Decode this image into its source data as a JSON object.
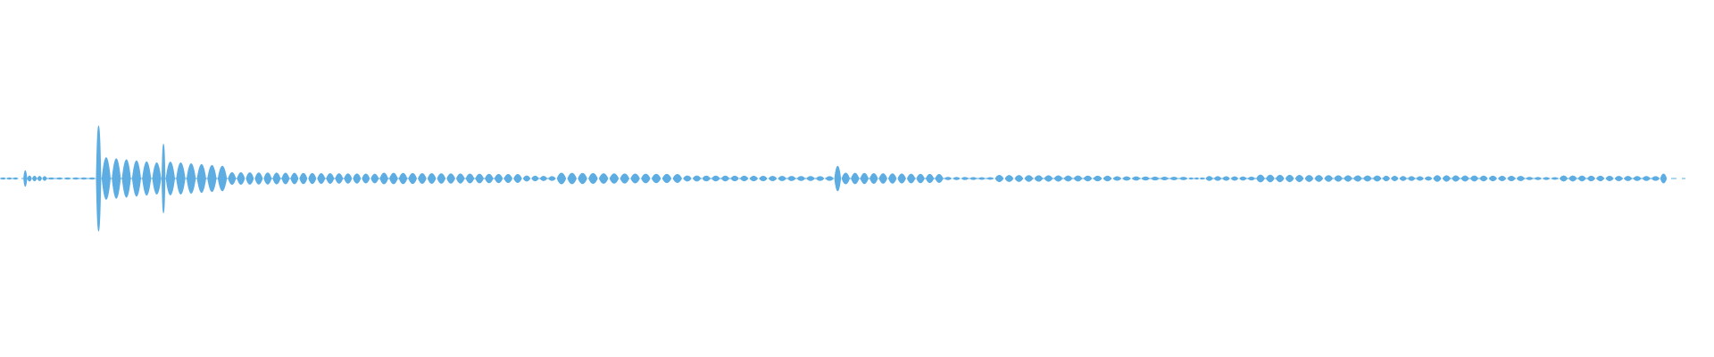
{
  "waveform": {
    "colors": {
      "background": "#ffffff",
      "waveform": "#5dade2"
    },
    "segments": [
      {
        "start": 0.0,
        "end": 0.011,
        "peak": 0.004,
        "pulses": 3
      },
      {
        "start": 0.014,
        "end": 0.016,
        "peak": 0.14,
        "pulses": 1
      },
      {
        "start": 0.016,
        "end": 0.028,
        "peak": 0.05,
        "pulses": 4
      },
      {
        "start": 0.028,
        "end": 0.057,
        "peak": 0.012,
        "pulses": 6
      },
      {
        "start": 0.057,
        "end": 0.06,
        "peak": 0.95,
        "pulses": 1
      },
      {
        "start": 0.06,
        "end": 0.096,
        "peak": 0.38,
        "pulses": 6
      },
      {
        "start": 0.096,
        "end": 0.098,
        "peak": 0.62,
        "pulses": 1
      },
      {
        "start": 0.098,
        "end": 0.135,
        "peak": 0.3,
        "pulses": 6
      },
      {
        "start": 0.135,
        "end": 0.225,
        "peak": 0.11,
        "pulses": 17
      },
      {
        "start": 0.225,
        "end": 0.31,
        "peak": 0.1,
        "pulses": 15
      },
      {
        "start": 0.31,
        "end": 0.33,
        "peak": 0.05,
        "pulses": 4
      },
      {
        "start": 0.33,
        "end": 0.405,
        "peak": 0.1,
        "pulses": 12
      },
      {
        "start": 0.405,
        "end": 0.495,
        "peak": 0.05,
        "pulses": 16
      },
      {
        "start": 0.495,
        "end": 0.499,
        "peak": 0.22,
        "pulses": 1
      },
      {
        "start": 0.499,
        "end": 0.56,
        "peak": 0.1,
        "pulses": 11
      },
      {
        "start": 0.56,
        "end": 0.59,
        "peak": 0.025,
        "pulses": 6
      },
      {
        "start": 0.59,
        "end": 0.66,
        "peak": 0.06,
        "pulses": 12
      },
      {
        "start": 0.66,
        "end": 0.705,
        "peak": 0.035,
        "pulses": 8
      },
      {
        "start": 0.705,
        "end": 0.715,
        "peak": 0.005,
        "pulses": 3
      },
      {
        "start": 0.715,
        "end": 0.745,
        "peak": 0.04,
        "pulses": 6
      },
      {
        "start": 0.745,
        "end": 0.82,
        "peak": 0.065,
        "pulses": 13
      },
      {
        "start": 0.82,
        "end": 0.85,
        "peak": 0.045,
        "pulses": 6
      },
      {
        "start": 0.85,
        "end": 0.905,
        "peak": 0.055,
        "pulses": 10
      },
      {
        "start": 0.905,
        "end": 0.925,
        "peak": 0.025,
        "pulses": 4
      },
      {
        "start": 0.925,
        "end": 0.985,
        "peak": 0.05,
        "pulses": 11
      },
      {
        "start": 0.985,
        "end": 0.989,
        "peak": 0.08,
        "pulses": 1
      }
    ]
  }
}
